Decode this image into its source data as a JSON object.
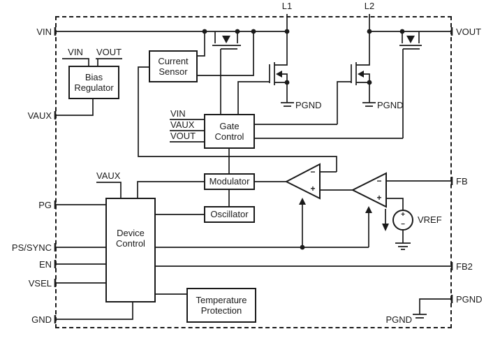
{
  "colors": {
    "line": "#1a1a1a",
    "background": "#ffffff"
  },
  "top_pins": [
    {
      "label": "L1"
    },
    {
      "label": "L2"
    }
  ],
  "left_pins": [
    {
      "label": "VIN"
    },
    {
      "label": "VAUX"
    },
    {
      "label": "PG"
    },
    {
      "label": "PS/SYNC"
    },
    {
      "label": "EN"
    },
    {
      "label": "VSEL"
    },
    {
      "label": "GND"
    }
  ],
  "right_pins": [
    {
      "label": "VOUT"
    },
    {
      "label": "FB"
    },
    {
      "label": "FB2"
    },
    {
      "label": "PGND"
    }
  ],
  "blocks": {
    "bias_regulator": {
      "label": "Bias\nRegulator",
      "inputs": [
        {
          "label": "VIN"
        },
        {
          "label": "VOUT"
        }
      ]
    },
    "current_sensor": {
      "label": "Current\nSensor"
    },
    "gate_control": {
      "label": "Gate\nControl",
      "inputs": [
        {
          "label": "VIN"
        },
        {
          "label": "VAUX"
        },
        {
          "label": "VOUT"
        }
      ]
    },
    "modulator": {
      "label": "Modulator"
    },
    "oscillator": {
      "label": "Oscillator"
    },
    "device_control": {
      "label": "Device\nControl",
      "vaux_tap": "VAUX"
    },
    "temperature_protection": {
      "label": "Temperature\nProtection"
    }
  },
  "references": {
    "vref": {
      "label": "VREF",
      "plus": "+",
      "minus": "−"
    }
  },
  "comparator_signs": {
    "plus": "+",
    "minus": "−"
  },
  "ground_labels": {
    "pgnd_left": "PGND",
    "pgnd_mid": "PGND",
    "pgnd_bottom": "PGND"
  }
}
